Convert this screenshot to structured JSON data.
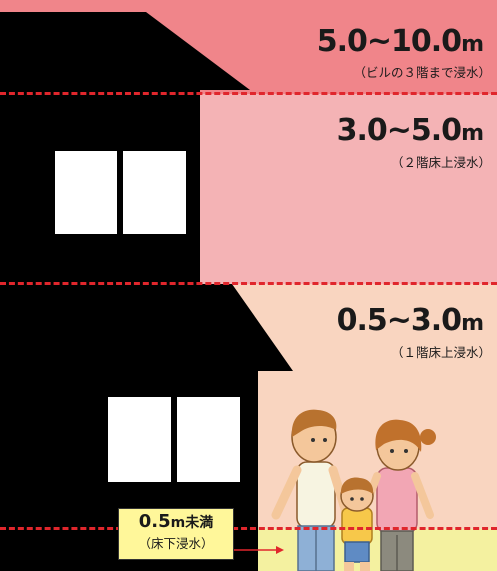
{
  "levels": [
    {
      "range": "5.0~10.0",
      "unit": "m",
      "note": "（ビルの３階まで浸水）",
      "color": "#f0858a"
    },
    {
      "range": "3.0~5.0",
      "unit": "m",
      "note": "（２階床上浸水）",
      "color": "#f4b3b5"
    },
    {
      "range": "0.5~3.0",
      "unit": "m",
      "note": "（１階床上浸水）",
      "color": "#f9d5c0"
    },
    {
      "range": "0.5",
      "unit": "m",
      "suffix": "未満",
      "note": "（床下浸水）",
      "color": "#f4f1a0"
    }
  ],
  "colors": {
    "house": "#000000",
    "window": "#ffffff",
    "dashed_line": "#e0262c",
    "label_box": "#fff79a"
  }
}
